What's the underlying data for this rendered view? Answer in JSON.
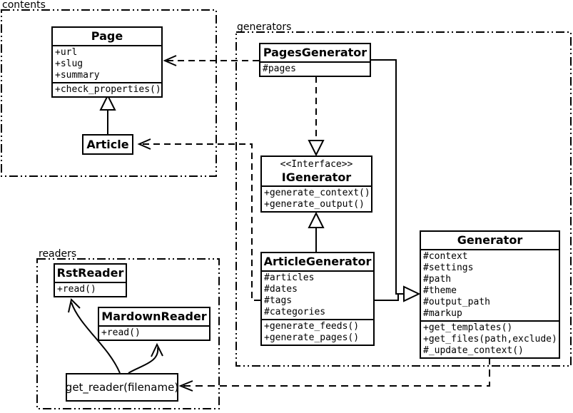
{
  "diagram": {
    "colors": {
      "stroke": "#000000",
      "background": "#ffffff"
    },
    "packages": {
      "contents": {
        "label": "contents"
      },
      "generators": {
        "label": "generators"
      },
      "readers": {
        "label": "readers"
      }
    },
    "classes": {
      "page": {
        "name": "Page",
        "attributes": [
          "+url",
          "+slug",
          "+summary"
        ],
        "methods": [
          "+check_properties()"
        ]
      },
      "article": {
        "name": "Article"
      },
      "pages_generator": {
        "name": "PagesGenerator",
        "attributes": [
          "#pages"
        ]
      },
      "igenerator": {
        "stereotype": "<<Interface>>",
        "name": "IGenerator",
        "methods": [
          "+generate_context()",
          "+generate_output()"
        ]
      },
      "article_generator": {
        "name": "ArticleGenerator",
        "attributes": [
          "#articles",
          "#dates",
          "#tags",
          "#categories"
        ],
        "methods": [
          "+generate_feeds()",
          "+generate_pages()"
        ]
      },
      "generator": {
        "name": "Generator",
        "attributes": [
          "#context",
          "#settings",
          "#path",
          "#theme",
          "#output_path",
          "#markup"
        ],
        "methods": [
          "+get_templates()",
          "+get_files(path,exclude)",
          "#_update_context()"
        ]
      },
      "rst_reader": {
        "name": "RstReader",
        "methods": [
          "+read()"
        ]
      },
      "markdown_reader": {
        "name": "MardownReader",
        "methods": [
          "+read()"
        ]
      },
      "get_reader": {
        "label": "get_reader(filename)"
      }
    }
  }
}
